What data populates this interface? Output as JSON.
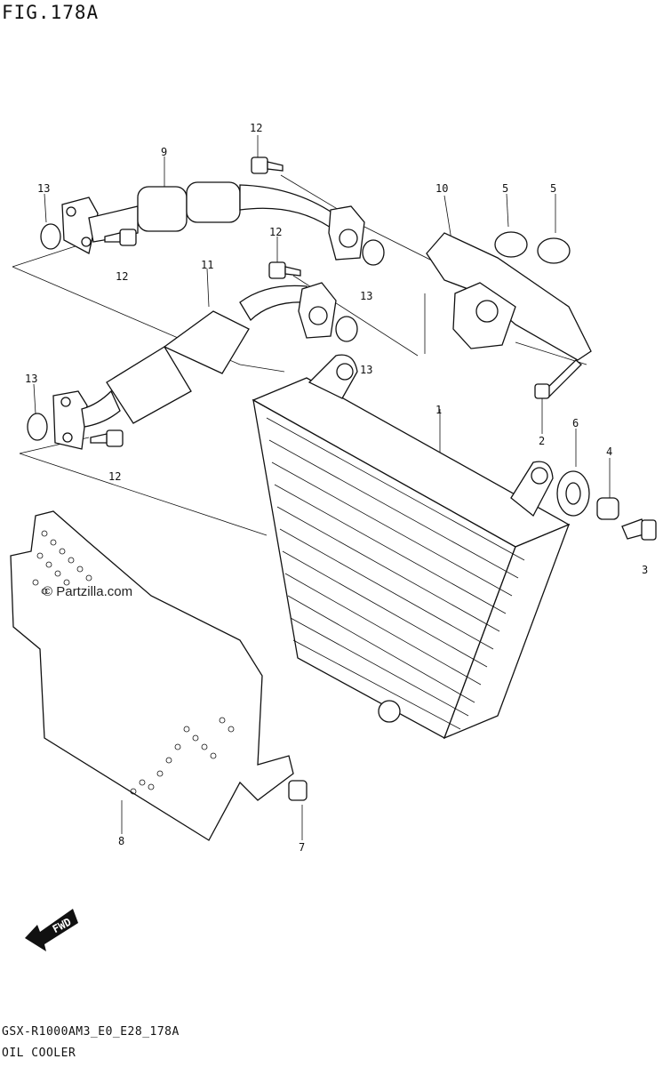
{
  "header": {
    "figure_label": "FIG.178A"
  },
  "footer": {
    "model_code": "GSX-R1000AM3_E0_E28_178A",
    "section_name": "OIL COOLER"
  },
  "watermark": {
    "text": "Partzilla.com",
    "icon": "copyright-icon"
  },
  "fwd_arrow": {
    "label": "FWD",
    "icon": "fwd-arrow-icon"
  },
  "callouts": [
    {
      "id": "c1",
      "label": "1"
    },
    {
      "id": "c2",
      "label": "2"
    },
    {
      "id": "c3",
      "label": "3"
    },
    {
      "id": "c4",
      "label": "4"
    },
    {
      "id": "c5a",
      "label": "5"
    },
    {
      "id": "c5b",
      "label": "5"
    },
    {
      "id": "c6",
      "label": "6"
    },
    {
      "id": "c7",
      "label": "7"
    },
    {
      "id": "c8",
      "label": "8"
    },
    {
      "id": "c9",
      "label": "9"
    },
    {
      "id": "c10",
      "label": "10"
    },
    {
      "id": "c11",
      "label": "11"
    },
    {
      "id": "c12a",
      "label": "12"
    },
    {
      "id": "c12b",
      "label": "12"
    },
    {
      "id": "c12c",
      "label": "12"
    },
    {
      "id": "c12d",
      "label": "12"
    },
    {
      "id": "c13a",
      "label": "13"
    },
    {
      "id": "c13b",
      "label": "13"
    },
    {
      "id": "c13c",
      "label": "13"
    },
    {
      "id": "c13d",
      "label": "13"
    }
  ]
}
